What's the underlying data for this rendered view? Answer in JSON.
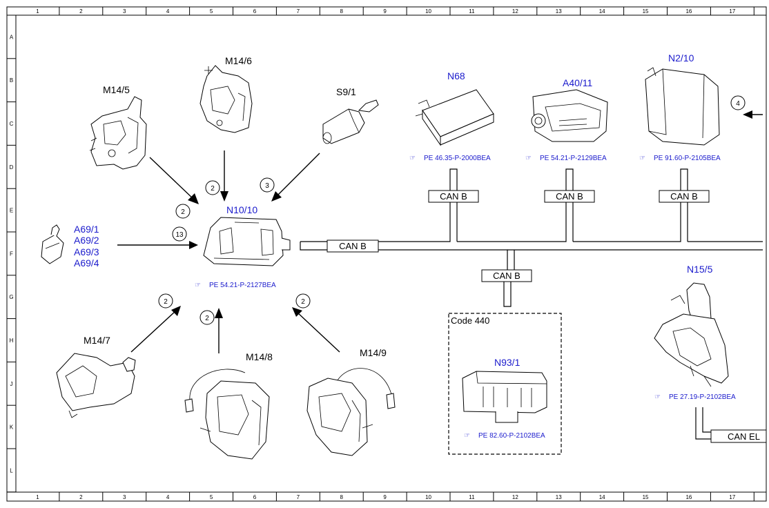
{
  "ruler": {
    "columns": [
      "1",
      "2",
      "3",
      "4",
      "5",
      "6",
      "7",
      "8",
      "9",
      "10",
      "11",
      "12",
      "13",
      "14",
      "15",
      "16",
      "17"
    ],
    "rows": [
      "A",
      "B",
      "C",
      "D",
      "E",
      "F",
      "G",
      "H",
      "J",
      "K",
      "L"
    ]
  },
  "components": {
    "m14_5": "M14/5",
    "m14_6": "M14/6",
    "s9_1": "S9/1",
    "n68": "N68",
    "a40_11": "A40/11",
    "n2_10": "N2/10",
    "n10_10": "N10/10",
    "a69_1": "A69/1",
    "a69_2": "A69/2",
    "a69_3": "A69/3",
    "a69_4": "A69/4",
    "m14_7": "M14/7",
    "m14_8": "M14/8",
    "m14_9": "M14/9",
    "n93_1": "N93/1",
    "n15_5": "N15/5"
  },
  "references": {
    "n68": "PE 46.35-P-2000BEA",
    "a40_11": "PE 54.21-P-2129BEA",
    "n2_10": "PE 91.60-P-2105BEA",
    "n10_10": "PE 54.21-P-2127BEA",
    "n93_1": "PE 82.60-P-2102BEA",
    "n15_5": "PE 27.19-P-2102BEA"
  },
  "buses": {
    "can_b_main": "CAN B",
    "can_b_n68": "CAN B",
    "can_b_a40": "CAN B",
    "can_b_n2": "CAN B",
    "can_b_n93": "CAN B",
    "can_el": "CAN EL"
  },
  "callouts": {
    "m14_5": "2",
    "m14_6": "2",
    "s9_1": "3",
    "a69": "13",
    "m14_7": "2",
    "m14_8": "2",
    "m14_9": "2",
    "offpage": "4"
  },
  "code_box": {
    "label": "Code 440"
  },
  "colors": {
    "line": "#000000",
    "blue_label": "#1a1acc"
  }
}
